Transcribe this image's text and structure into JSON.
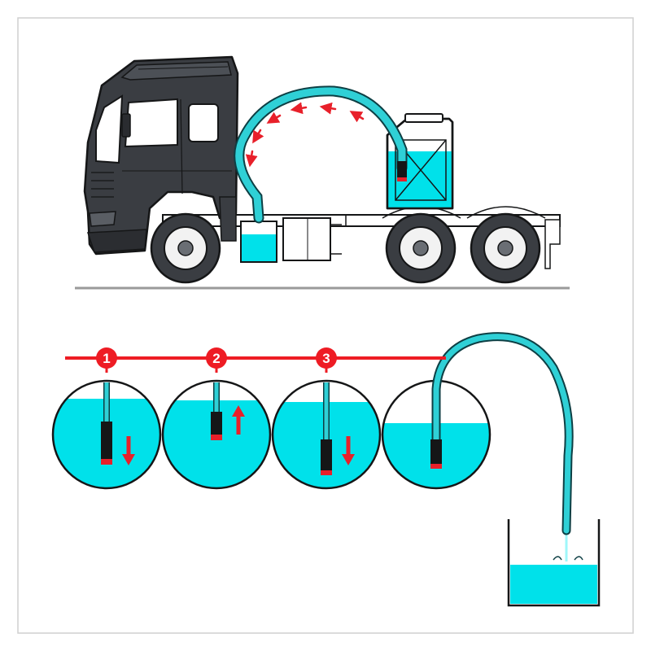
{
  "steps": [
    {
      "number": "1",
      "arrow": "down"
    },
    {
      "number": "2",
      "arrow": "up"
    },
    {
      "number": "3",
      "arrow": "down"
    },
    {
      "number": "",
      "arrow": "none"
    }
  ],
  "colors": {
    "liquid": "#00e1ea",
    "hose": "#2fd0d6",
    "hose_outline": "#0d3f44",
    "flow_arrow": "#e8202a",
    "step_line": "#ee1c24",
    "truck_body": "#3a3d42",
    "truck_outline": "#151617",
    "frame": "#cfcfcf",
    "ground": "#9a9a9a"
  },
  "icons": {
    "truck": "truck-icon",
    "canister": "jerry-can-icon",
    "pump": "siphon-pump-icon",
    "container": "open-container-icon"
  },
  "legend_text": ""
}
